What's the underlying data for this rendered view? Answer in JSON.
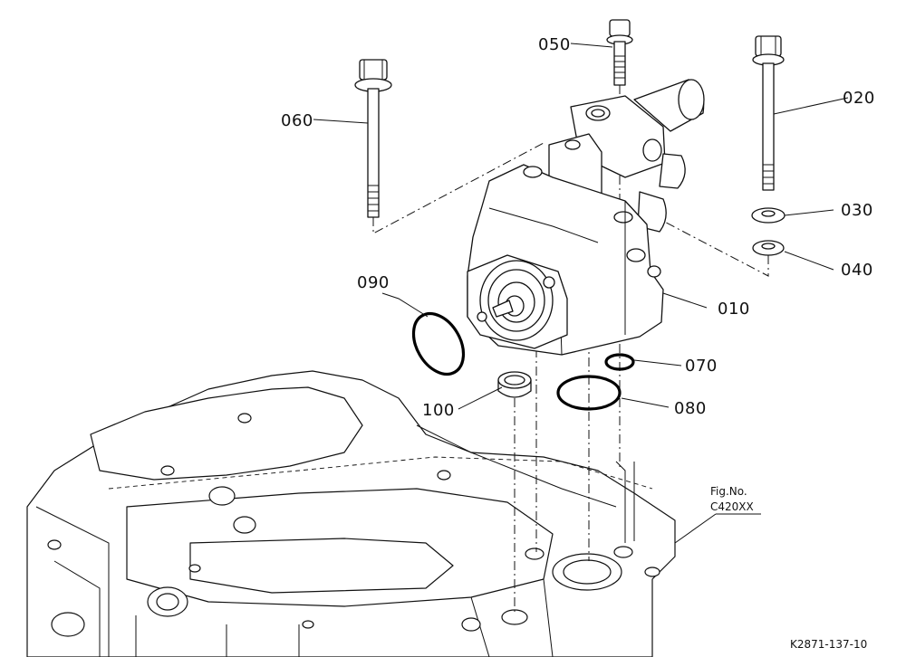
{
  "callouts": [
    {
      "id": "c010",
      "text": "010"
    },
    {
      "id": "c020",
      "text": "020"
    },
    {
      "id": "c030",
      "text": "030"
    },
    {
      "id": "c040",
      "text": "040"
    },
    {
      "id": "c050",
      "text": "050"
    },
    {
      "id": "c060",
      "text": "060"
    },
    {
      "id": "c070",
      "text": "070"
    },
    {
      "id": "c080",
      "text": "080"
    },
    {
      "id": "c090",
      "text": "090"
    },
    {
      "id": "c100",
      "text": "100"
    }
  ],
  "figure": {
    "label_line1": "Fig.No.",
    "label_line2": "C420XX",
    "reference_code": "K2871-137-10"
  },
  "colors": {
    "ink": "#111111",
    "paper": "#ffffff"
  }
}
